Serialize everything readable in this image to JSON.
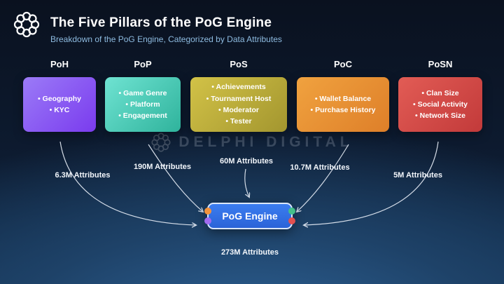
{
  "header": {
    "title": "The Five Pillars of the PoG Engine",
    "subtitle": "Breakdown of the PoG Engine, Categorized by Data Attributes"
  },
  "watermark": {
    "text": "DELPHI DIGITAL"
  },
  "pillars": [
    {
      "label": "PoH",
      "items": [
        "Geography",
        "KYC"
      ],
      "count": "6.3M Attributes",
      "colors": [
        "#9b7bf7",
        "#7a3bee"
      ]
    },
    {
      "label": "PoP",
      "items": [
        "Game Genre",
        "Platform",
        "Engagement"
      ],
      "count": "190M Attributes",
      "colors": [
        "#6fe3d2",
        "#2fb39c"
      ]
    },
    {
      "label": "PoS",
      "items": [
        "Achievements",
        "Tournament Host",
        "Moderator",
        "Tester"
      ],
      "count": "60M Attributes",
      "colors": [
        "#d2c247",
        "#a3962f"
      ]
    },
    {
      "label": "PoC",
      "items": [
        "Wallet Balance",
        "Purchase History"
      ],
      "count": "10.7M Attributes",
      "colors": [
        "#f0a23f",
        "#de7f29"
      ]
    },
    {
      "label": "PoSN",
      "items": [
        "Clan Size",
        "Social Activity",
        "Network Size"
      ],
      "count": "5M Attributes",
      "colors": [
        "#e25c55",
        "#c23a3a"
      ]
    }
  ],
  "engine": {
    "label": "PoG Engine",
    "total": "273M Attributes",
    "accent": "#2f6be4"
  }
}
